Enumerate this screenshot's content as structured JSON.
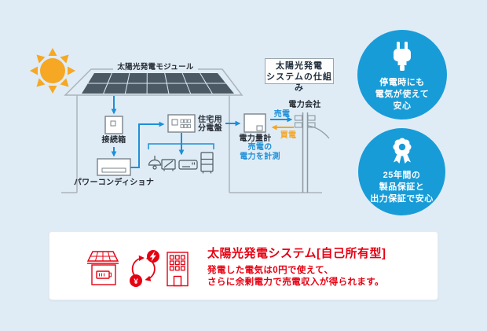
{
  "colors": {
    "background": "#DFECF6",
    "badge_blue": "#189CD8",
    "arrow_blue": "#1E8FD6",
    "arrow_orange": "#F5A623",
    "accent_red": "#E60012",
    "panel_dark": "#4A5964",
    "outline_gray": "#ABB4BA",
    "box_gray": "#79838A",
    "sun_orange": "#F6A723",
    "text_dark": "#262B33"
  },
  "diagram": {
    "title_box": [
      "太陽光発電",
      "システムの仕組み"
    ],
    "module_label": "太陽光発電モジュール",
    "junction_box": "接続箱",
    "power_conditioner": "パワーコンディショナ",
    "distribution_board": [
      "住宅用",
      "分電盤"
    ],
    "power_meter": "電力量計",
    "meter_note": [
      "売電の",
      "電力を計測"
    ],
    "sell_label": "売電",
    "buy_label": "買電",
    "power_company": "電力会社"
  },
  "badges": [
    {
      "icon": "plug-icon",
      "lines": [
        "停電時にも",
        "電気が使えて",
        "安心"
      ]
    },
    {
      "icon": "medal-ribbon-icon",
      "lines": [
        "25年間の",
        "製品保証と",
        "出力保証で安心"
      ]
    }
  ],
  "offer_card": {
    "title": "太陽光発電システム[自己所有型]",
    "description": [
      "発電した電気は0円で使えて、",
      "さらに余剰電力で売電収入が得られます。"
    ],
    "icons": [
      "solar-house-icon",
      "cycle-arrows-icon",
      "lightning-icon",
      "yen-icon",
      "building-icon"
    ],
    "yen_symbol": "¥"
  }
}
